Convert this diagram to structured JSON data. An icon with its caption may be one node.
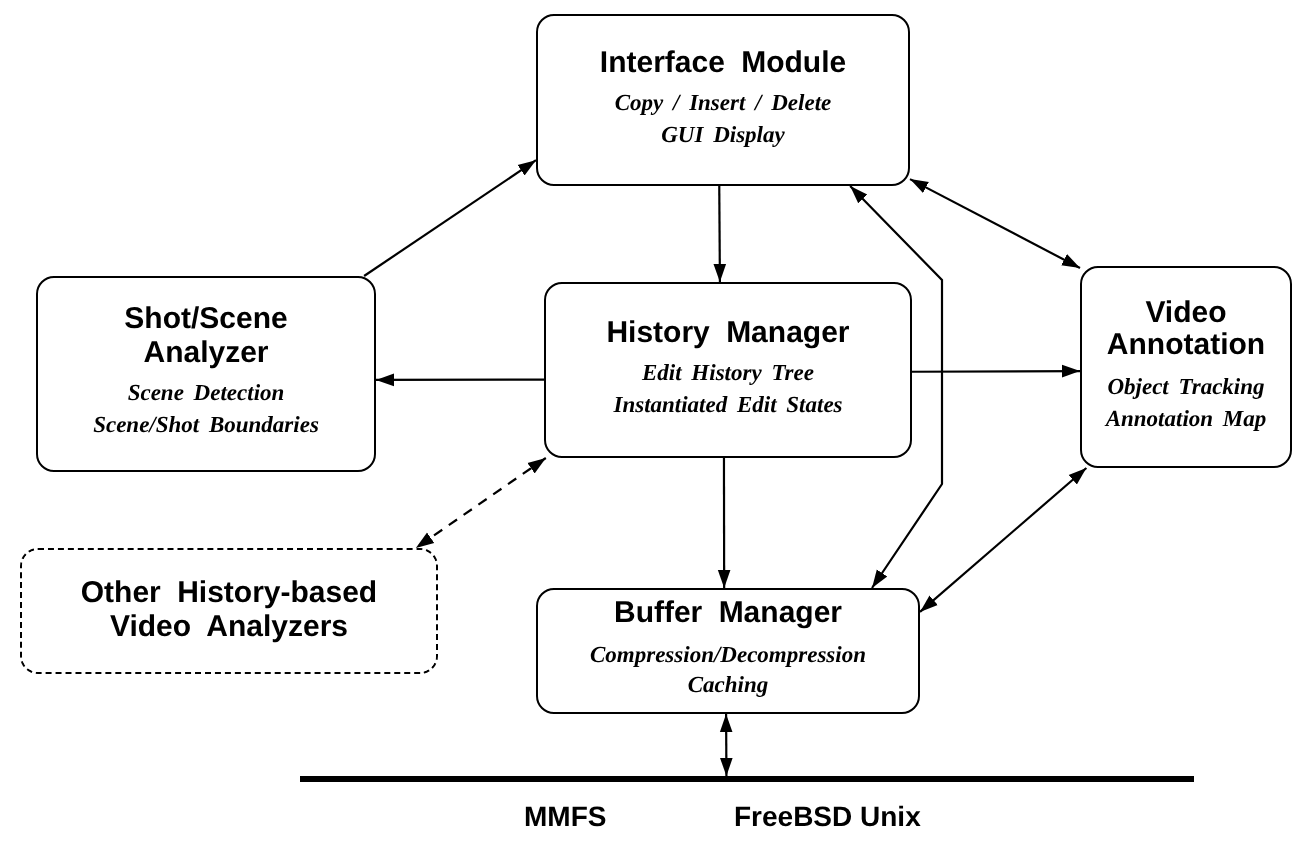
{
  "diagram": {
    "nodes": [
      {
        "text": [
          "Interface Module",
          "Copy / Insert / Delete",
          "GUI Display"
        ]
      },
      {
        "text": [
          "Shot/Scene Analyzer",
          "Scene Detection",
          "Scene/Shot Boundaries"
        ]
      },
      {
        "text": [
          "History Manager",
          "Edit History Tree",
          "Instantiated Edit States"
        ]
      },
      {
        "text": [
          "Video Annotation",
          "Object Tracking",
          "Annotation Map"
        ]
      },
      {
        "text": [
          "Other History-based Video Analyzers"
        ]
      },
      {
        "text": [
          "Buffer Manager",
          "Compression/Decompression",
          "Caching"
        ]
      },
      {
        "text": [],
        "shape": "bar"
      }
    ],
    "edges": [
      {
        "from": 1,
        "to": 0,
        "arrow": "to"
      },
      {
        "from": 0,
        "to": 2,
        "arrow": "to"
      },
      {
        "from": 0,
        "to": 3,
        "arrow": "both"
      },
      {
        "from": 5,
        "to": 0,
        "arrow": "both"
      },
      {
        "from": 2,
        "to": 1,
        "arrow": "to"
      },
      {
        "from": 2,
        "to": 3,
        "arrow": "to"
      },
      {
        "from": 2,
        "to": 4,
        "arrow": "both",
        "style": "dashed"
      },
      {
        "from": 2,
        "to": 5,
        "arrow": "to"
      },
      {
        "from": 3,
        "to": 5,
        "arrow": "both"
      },
      {
        "from": 5,
        "to": 6,
        "arrow": "both"
      }
    ],
    "labels": [
      "MMFS",
      "FreeBSD Unix"
    ]
  }
}
